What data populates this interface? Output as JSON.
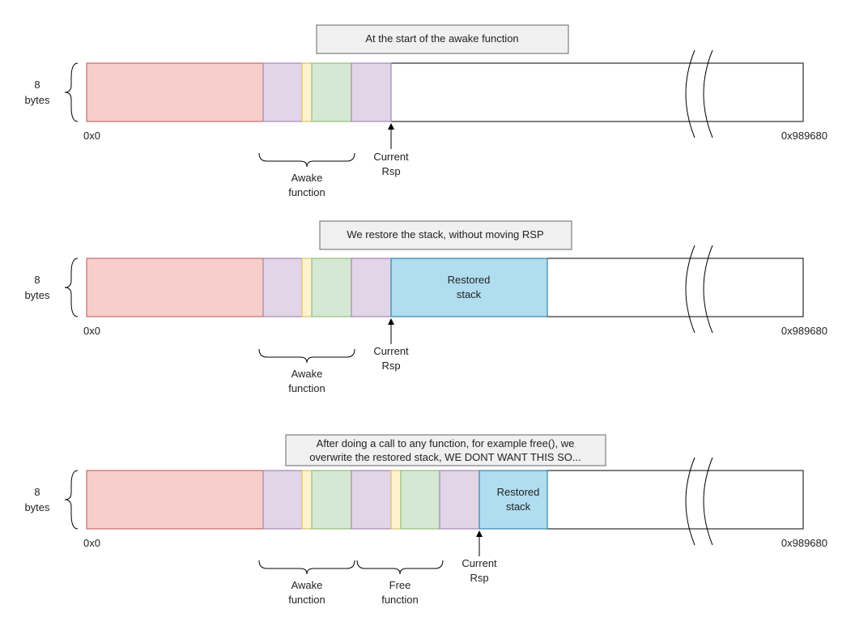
{
  "colors": {
    "red": "#f8cecc",
    "purple": "#e1d5e7",
    "yellow": "#fff2cc",
    "green": "#d5e8d4",
    "blue": "#b1ddf0",
    "caption_bg": "#f0f0f0"
  },
  "size_label_line1": "8",
  "size_label_line2": "bytes",
  "addr_start": "0x0",
  "addr_end": "0x989680",
  "rsp_line1": "Current",
  "rsp_line2": "Rsp",
  "awake_line1": "Awake",
  "awake_line2": "function",
  "free_line1": "Free",
  "free_line2": "function",
  "restored_line1": "Restored",
  "restored_line2": "stack",
  "panels": [
    {
      "caption_line1": "At the start of the awake function",
      "caption_line2": ""
    },
    {
      "caption_line1": "We restore the stack, without moving RSP",
      "caption_line2": ""
    },
    {
      "caption_line1": "After doing a call to any function, for example free(), we",
      "caption_line2": "overwrite the restored stack, WE DONT WANT THIS SO..."
    }
  ]
}
